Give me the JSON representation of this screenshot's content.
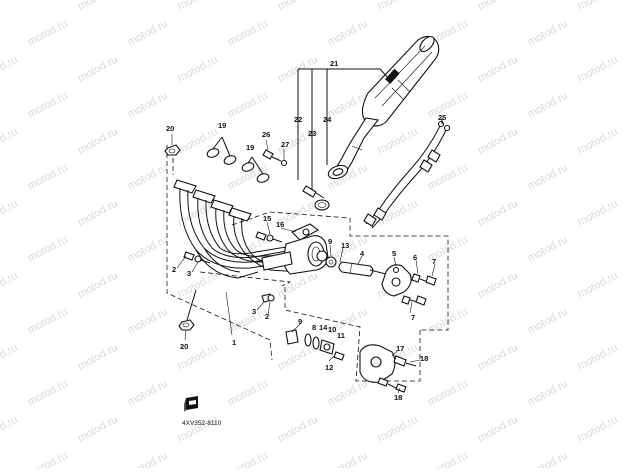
{
  "watermark": "motod.ru",
  "diagram_code": "4XV352-8110",
  "callouts": {
    "c1": "1",
    "c2a": "2",
    "c2b": "2",
    "c3a": "3",
    "c3b": "3",
    "c4": "4",
    "c5": "5",
    "c6": "6",
    "c7a": "7",
    "c7b": "7",
    "c8": "8",
    "c9a": "9",
    "c9b": "9",
    "c10": "10",
    "c11": "11",
    "c12": "12",
    "c13": "13",
    "c14": "14",
    "c15": "15",
    "c16": "16",
    "c17": "17",
    "c18a": "18",
    "c18b": "18",
    "c19a": "19",
    "c19b": "19",
    "c20a": "20",
    "c20b": "20",
    "c21": "21",
    "c22": "22",
    "c23": "23",
    "c24": "24",
    "c25": "25",
    "c26": "26",
    "c27": "27"
  }
}
